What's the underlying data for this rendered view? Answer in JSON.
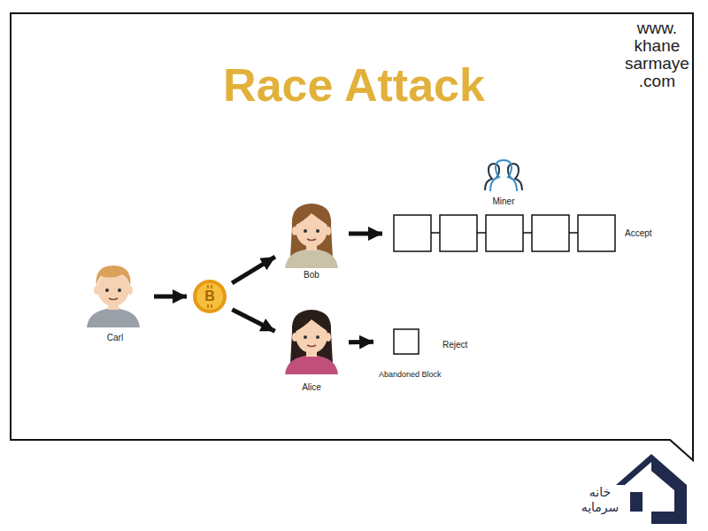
{
  "diagram": {
    "title": "Race Attack",
    "nodes": [
      {
        "text": [
          "Carl"
        ]
      },
      {
        "text": [
          "B"
        ]
      },
      {
        "text": [
          "Bob"
        ]
      },
      {
        "text": [
          "Miner",
          "Accept"
        ]
      },
      {
        "text": [
          "Alice"
        ]
      },
      {
        "text": [
          "Abandoned Block",
          "Reject"
        ]
      }
    ],
    "edges": [
      {
        "from": 0,
        "to": 1,
        "arrow": "to"
      },
      {
        "from": 1,
        "to": 2,
        "arrow": "to"
      },
      {
        "from": 1,
        "to": 4,
        "arrow": "to"
      },
      {
        "from": 2,
        "to": 3,
        "arrow": "to"
      },
      {
        "from": 4,
        "to": 5,
        "arrow": "to"
      }
    ],
    "labels": [
      "www. khane sarmaye .com",
      "خانه سرمایه"
    ]
  }
}
